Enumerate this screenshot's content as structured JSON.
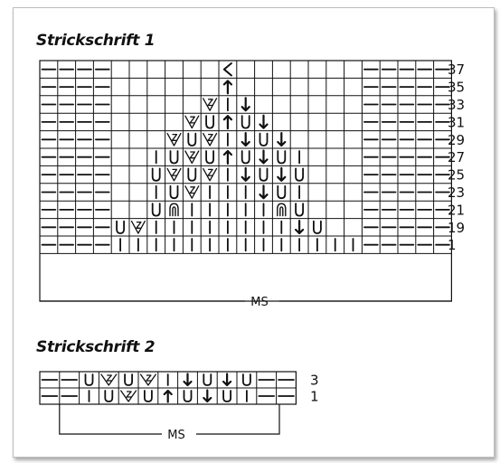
{
  "chart1": {
    "title": "Strickschrift 1",
    "ms_label": "MS",
    "rows": [
      {
        "label": "37",
        "cells": [
          "-",
          "-",
          "-",
          "-",
          "",
          "",
          "",
          "",
          "",
          "",
          "<",
          "",
          "",
          "",
          "",
          "",
          "",
          "",
          "-",
          "-",
          "-",
          "-",
          "-"
        ]
      },
      {
        "label": "35",
        "cells": [
          "-",
          "-",
          "-",
          "-",
          "",
          "",
          "",
          "",
          "",
          "",
          "a",
          "",
          "",
          "",
          "",
          "",
          "",
          "",
          "-",
          "-",
          "-",
          "-",
          "-"
        ]
      },
      {
        "label": "33",
        "cells": [
          "-",
          "-",
          "-",
          "-",
          "",
          "",
          "",
          "",
          "",
          "v",
          "|",
          "d",
          "",
          "",
          "",
          "",
          "",
          "",
          "-",
          "-",
          "-",
          "-",
          "-"
        ]
      },
      {
        "label": "31",
        "cells": [
          "-",
          "-",
          "-",
          "-",
          "",
          "",
          "",
          "",
          "v",
          "U",
          "a",
          "U",
          "d",
          "",
          "",
          "",
          "",
          "",
          "-",
          "-",
          "-",
          "-",
          "-"
        ]
      },
      {
        "label": "29",
        "cells": [
          "-",
          "-",
          "-",
          "-",
          "",
          "",
          "",
          "v",
          "U",
          "v",
          "|",
          "d",
          "U",
          "d",
          "",
          "",
          "",
          "",
          "-",
          "-",
          "-",
          "-",
          "-"
        ]
      },
      {
        "label": "27",
        "cells": [
          "-",
          "-",
          "-",
          "-",
          "",
          "",
          "|",
          "U",
          "v",
          "U",
          "a",
          "U",
          "d",
          "U",
          "|",
          "",
          "",
          "",
          "-",
          "-",
          "-",
          "-",
          "-"
        ]
      },
      {
        "label": "25",
        "cells": [
          "-",
          "-",
          "-",
          "-",
          "",
          "",
          "U",
          "v",
          "U",
          "v",
          "|",
          "d",
          "U",
          "d",
          "U",
          "",
          "",
          "",
          "-",
          "-",
          "-",
          "-",
          "-"
        ]
      },
      {
        "label": "23",
        "cells": [
          "-",
          "-",
          "-",
          "-",
          "",
          "",
          "|",
          "U",
          "v",
          "|",
          "|",
          "|",
          "d",
          "U",
          "|",
          "",
          "",
          "",
          "-",
          "-",
          "-",
          "-",
          "-"
        ]
      },
      {
        "label": "21",
        "cells": [
          "-",
          "-",
          "-",
          "-",
          "",
          "",
          "U",
          "n",
          "|",
          "|",
          "|",
          "|",
          "|",
          "n",
          "U",
          "",
          "",
          "",
          "-",
          "-",
          "-",
          "-",
          "-"
        ]
      },
      {
        "label": "19",
        "cells": [
          "-",
          "-",
          "-",
          "-",
          "U",
          "v",
          "|",
          "|",
          "|",
          "|",
          "|",
          "|",
          "|",
          "|",
          "d",
          "U",
          "",
          "",
          "-",
          "-",
          "-",
          "-",
          "-"
        ]
      },
      {
        "label": "1",
        "cells": [
          "-",
          "-",
          "-",
          "-",
          "|",
          "|",
          "|",
          "|",
          "|",
          "|",
          "|",
          "|",
          "|",
          "|",
          "|",
          "|",
          "|",
          "|",
          "-",
          "-",
          "-",
          "-",
          "-"
        ]
      }
    ]
  },
  "chart2": {
    "title": "Strickschrift 2",
    "ms_label": "MS",
    "rows": [
      {
        "label": "3",
        "cells": [
          "-",
          "-",
          "U",
          "v",
          "U",
          "v",
          "|",
          "d",
          "U",
          "d",
          "U",
          "-",
          "-"
        ]
      },
      {
        "label": "1",
        "cells": [
          "-",
          "-",
          "|",
          "U",
          "v",
          "U",
          "a",
          "U",
          "d",
          "U",
          "|",
          "-",
          "-"
        ]
      }
    ]
  }
}
